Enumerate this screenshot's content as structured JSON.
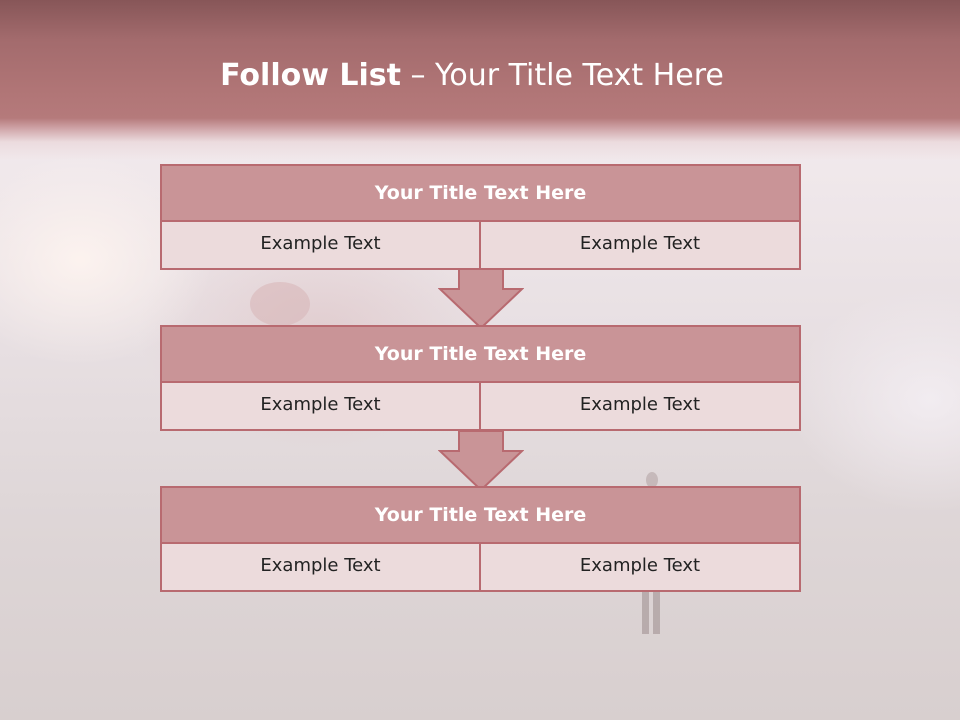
{
  "slide": {
    "title_bold": "Follow List",
    "title_rest": " – Your Title Text Here"
  },
  "steps": [
    {
      "title": "Your Title Text Here",
      "left": "Example Text",
      "right": "Example Text"
    },
    {
      "title": "Your Title Text Here",
      "left": "Example Text",
      "right": "Example Text"
    },
    {
      "title": "Your Title Text Here",
      "left": "Example Text",
      "right": "Example Text"
    }
  ],
  "colors": {
    "header": "#a56c6e",
    "box_title": "#c99497",
    "box_cell": "#ecdbdc",
    "border": "#b86a70"
  }
}
